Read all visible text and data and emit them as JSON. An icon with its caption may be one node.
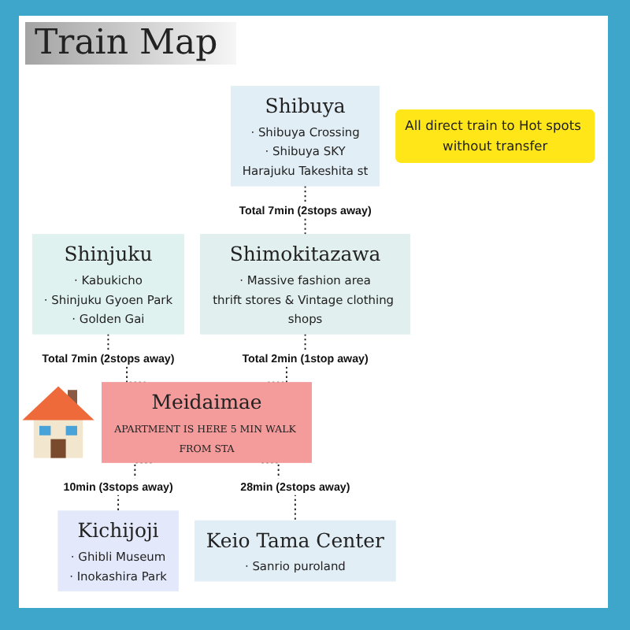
{
  "diagram": {
    "title": "Train Map",
    "nodes": [
      {
        "text": [
          "Shinjuku",
          "· Kabukicho",
          "· Shinjuku Gyoen Park",
          "· Golden Gai"
        ]
      },
      {
        "text": [
          "Shibuya",
          "· Shibuya Crossing",
          "· Shibuya SKY",
          "Harajuku Takeshita st"
        ]
      },
      {
        "text": [
          "All direct train to Hot spots without transfer"
        ]
      },
      {
        "text": [
          "Shimokitazawa",
          "· Massive fashion area",
          "thrift stores & Vintage clothing shops"
        ]
      },
      {
        "text": [
          "Meidaimae",
          "APARTMENT IS HERE 5 MIN WALK FROM STA"
        ]
      },
      {
        "text": [
          "Kichijoji",
          "· Ghibli Museum",
          "· Inokashira Park"
        ]
      },
      {
        "text": [
          "Keio Tama Center",
          "· Sanrio puroland"
        ]
      }
    ],
    "edges": [
      {
        "from": 0,
        "to": 4,
        "arrow": "none",
        "style": "dashed",
        "label": "Total 7min (2stops away)"
      },
      {
        "from": 1,
        "to": 3,
        "arrow": "none",
        "style": "dashed",
        "label": "Total 7min (2stops away)"
      },
      {
        "from": 3,
        "to": 4,
        "arrow": "none",
        "style": "dashed",
        "label": "Total 2min (1stop away)"
      },
      {
        "from": 4,
        "to": 5,
        "arrow": "none",
        "style": "dashed",
        "label": "10min (3stops away)"
      },
      {
        "from": 4,
        "to": 6,
        "arrow": "none",
        "style": "dashed",
        "label": "28min (2stops away)"
      }
    ]
  }
}
